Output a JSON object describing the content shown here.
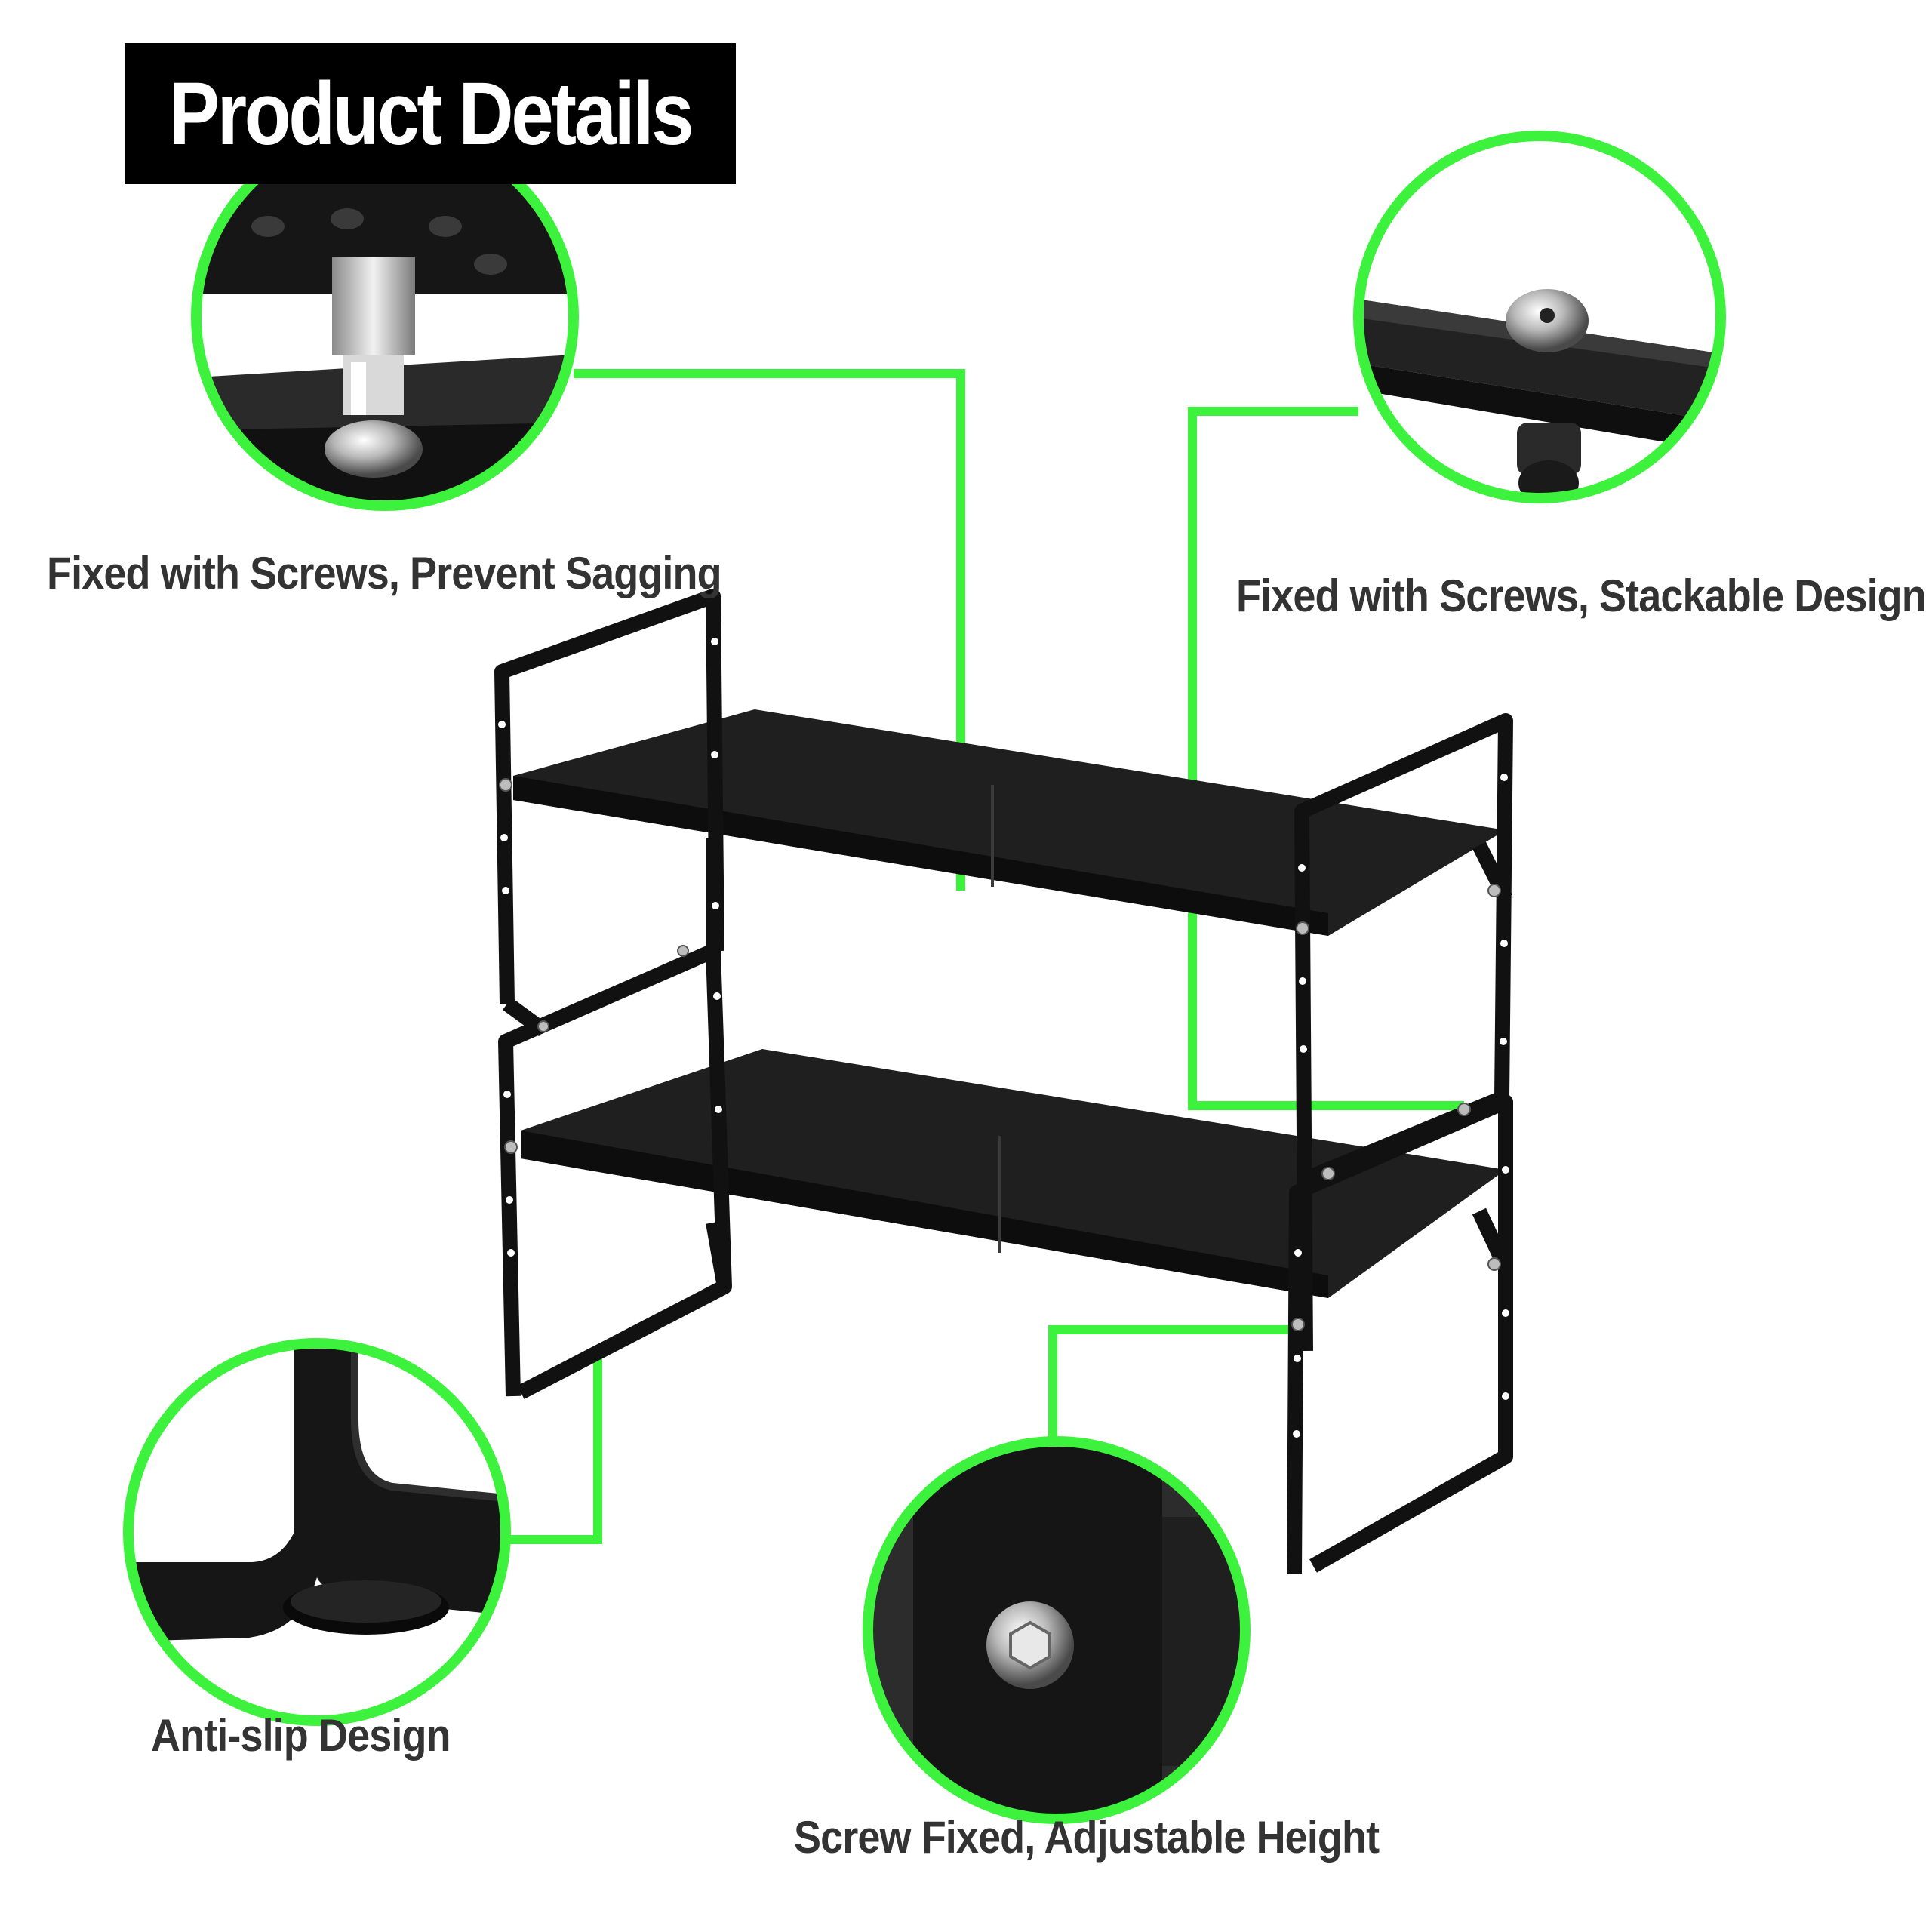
{
  "header": {
    "title": "Product Details"
  },
  "features": [
    {
      "label": "Fixed with Screws, Prevent Sagging",
      "icon": "top-shelf-screw-closeup"
    },
    {
      "label": "Fixed with Screws, Stackable Design",
      "icon": "stacking-screw-closeup"
    },
    {
      "label": "Anti-slip Design",
      "icon": "anti-slip-foot-closeup"
    },
    {
      "label": "Screw Fixed, Adjustable Height",
      "icon": "hex-screw-closeup"
    }
  ],
  "colors": {
    "accent": "#3cf23c",
    "frame": "#111111",
    "shelf": "#1c1c1c",
    "label": "#333333"
  }
}
